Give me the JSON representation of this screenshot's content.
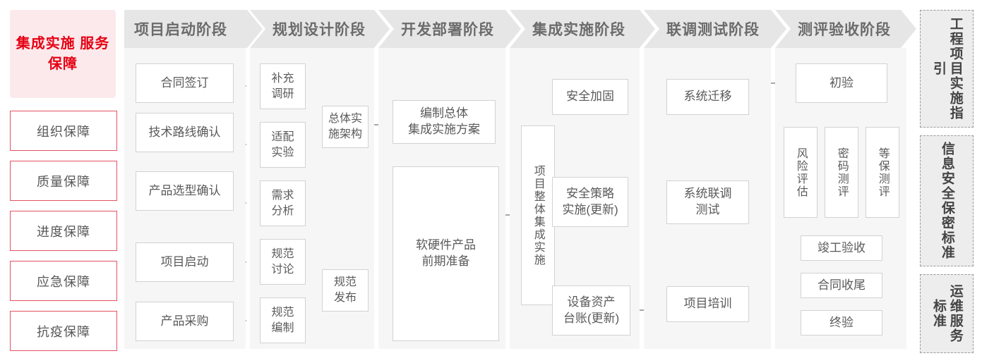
{
  "colors": {
    "accent_red": "#e60012",
    "accent_pink_bg": "#fbe9ec",
    "item_border_red": "#e35263",
    "phase_header_bg": "#e6e6e6",
    "phase_panel_bg": "#f6f6f6",
    "node_border": "#d2d2d2",
    "node_text": "#5a5a5a",
    "connector": "#8a8a8a",
    "standard_bg": "#ededed",
    "standard_border": "#9a9a9a"
  },
  "guarantee": {
    "title": "集成实施\n服务保障",
    "items": [
      {
        "label": "组织保障"
      },
      {
        "label": "质量保障"
      },
      {
        "label": "进度保障"
      },
      {
        "label": "应急保障"
      },
      {
        "label": "抗疫保障"
      }
    ]
  },
  "phases": [
    {
      "id": "start",
      "header": "项目启动阶段"
    },
    {
      "id": "plan",
      "header": "规划设计阶段"
    },
    {
      "id": "deploy",
      "header": "开发部署阶段"
    },
    {
      "id": "integ",
      "header": "集成实施阶段"
    },
    {
      "id": "joint",
      "header": "联调测试阶段"
    },
    {
      "id": "accept",
      "header": "测评验收阶段"
    }
  ],
  "nodes": {
    "n_contract": "合同签订",
    "n_tech_route": "技术路线确认",
    "n_product_sel": "产品选型确认",
    "n_project_kick": "项目启动",
    "n_procure": "产品采购",
    "n_supp_survey": "补充\n调研",
    "n_adapt_test": "适配\n实验",
    "n_req_analysis": "需求\n分析",
    "n_spec_discuss": "规范\n讨论",
    "n_spec_draft": "规范\n编制",
    "n_overall_arch": "总体实\n施架构",
    "n_spec_release": "规范\n发布",
    "n_plan_doc": "编制总体\n集成实施方案",
    "n_hw_sw_prep": "软硬件产品\n前期准备",
    "n_overall_integ": "项目整体集成实施",
    "n_sec_harden": "安全加固",
    "n_sec_policy": "安全策略\n实施(更新)",
    "n_asset_ledger": "设备资产\n台账(更新)",
    "n_sys_migrate": "系统迁移",
    "n_sys_joint": "系统联调\n测试",
    "n_train": "项目培训",
    "n_first_accept": "初验",
    "n_risk_eval": "风险评估",
    "n_crypto_eval": "密码测评",
    "n_grade_eval": "等保测评",
    "n_final_check": "竣工验收",
    "n_contract_close": "合同收尾",
    "n_final_accept": "终验"
  },
  "standards": [
    {
      "id": "std-engineering",
      "label": "工程项目实施指引"
    },
    {
      "id": "std-security",
      "label": "信息安全保密标准"
    },
    {
      "id": "std-ops",
      "label": "运维服务标准"
    }
  ]
}
